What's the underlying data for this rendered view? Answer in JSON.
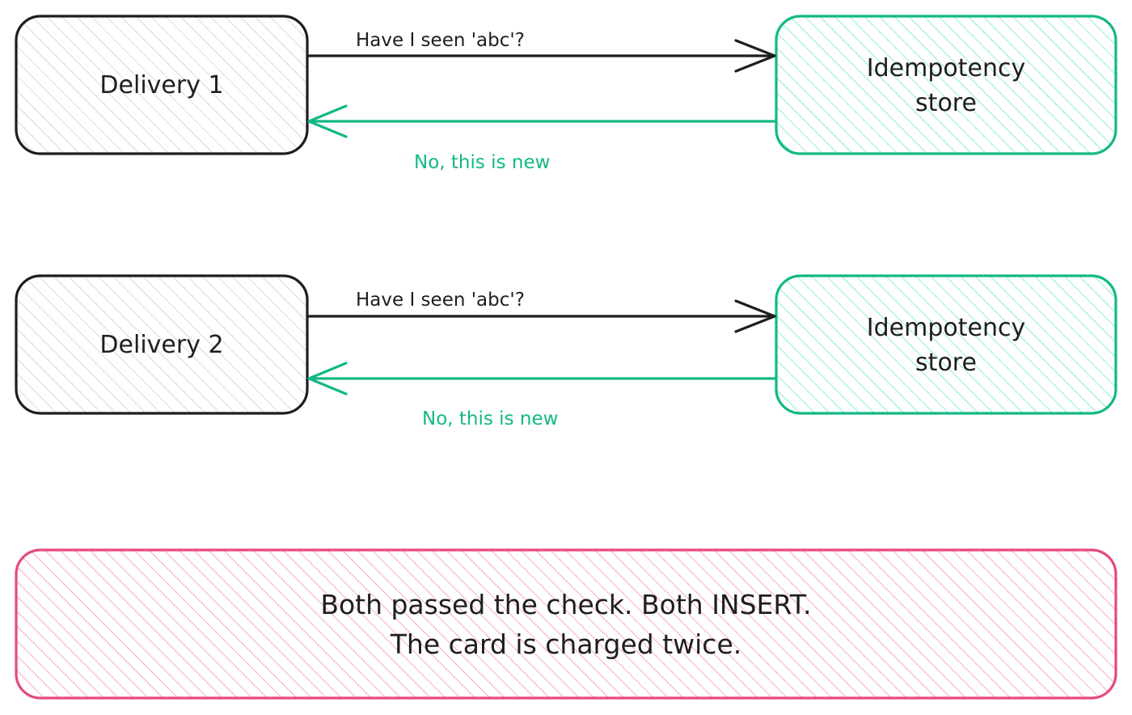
{
  "colors": {
    "ink": "#1e1e1e",
    "store_stroke": "#12b886",
    "store_fill": "#c3fae8",
    "response": "#12b886",
    "banner_stroke": "#e64980",
    "banner_fill": "#fcc2d7",
    "neutral_hatch": "#c8c8c8"
  },
  "flows": [
    {
      "client": {
        "label": "Delivery 1"
      },
      "store": {
        "line1": "Idempotency",
        "line2": "store"
      },
      "request_label": "Have I seen 'abc'?",
      "response_label": "No, this is new"
    },
    {
      "client": {
        "label": "Delivery 2"
      },
      "store": {
        "line1": "Idempotency",
        "line2": "store"
      },
      "request_label": "Have I seen 'abc'?",
      "response_label": "No, this is new"
    }
  ],
  "banner": {
    "line1": "Both passed the check. Both INSERT.",
    "line2": "The card is charged twice."
  }
}
